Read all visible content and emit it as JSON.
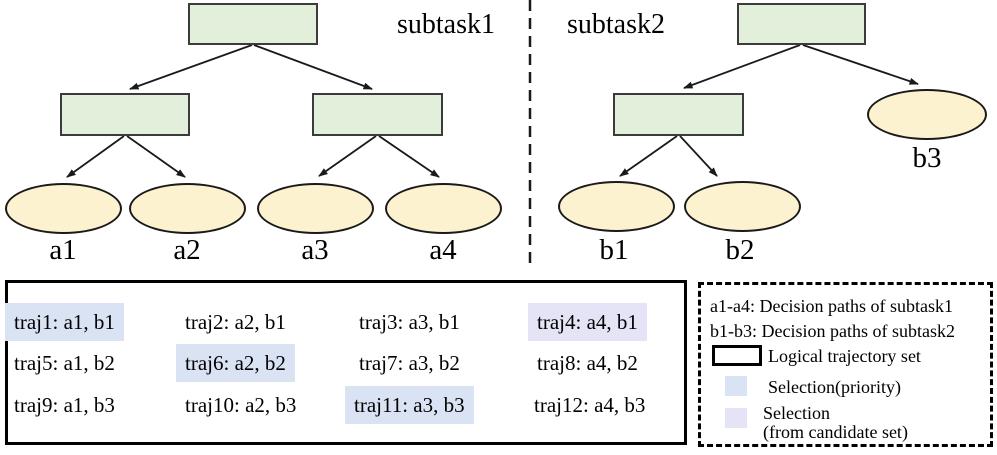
{
  "colors": {
    "node_green": "#e2efda",
    "node_green_border": "#3b3b3b",
    "node_yellow": "#fdf2d0",
    "node_yellow_border": "#1a1a1a",
    "highlight_priority": "#dae3f3",
    "highlight_candidate": "#e5e4f7",
    "line": "#1a1a1a"
  },
  "tree1": {
    "title": "subtask1",
    "leaves": [
      "a1",
      "a2",
      "a3",
      "a4"
    ]
  },
  "tree2": {
    "title": "subtask2",
    "leaves": [
      "b1",
      "b2",
      "b3"
    ]
  },
  "trajectories": {
    "cells": [
      {
        "label": "traj1: a1, b1",
        "highlight": "priority"
      },
      {
        "label": "traj2: a2, b1",
        "highlight": null
      },
      {
        "label": "traj3: a3, b1",
        "highlight": null
      },
      {
        "label": "traj4: a4, b1",
        "highlight": "candidate"
      },
      {
        "label": "traj5: a1, b2",
        "highlight": null
      },
      {
        "label": "traj6: a2, b2",
        "highlight": "priority"
      },
      {
        "label": "traj7: a3, b2",
        "highlight": null
      },
      {
        "label": "traj8: a4, b2",
        "highlight": null
      },
      {
        "label": "traj9: a1, b3",
        "highlight": null
      },
      {
        "label": "traj10: a2, b3",
        "highlight": null
      },
      {
        "label": "traj11: a3, b3",
        "highlight": "priority"
      },
      {
        "label": "traj12: a4, b3",
        "highlight": null
      }
    ]
  },
  "legend": {
    "line1": "a1-a4: Decision paths of subtask1",
    "line2": "b1-b3: Decision paths of subtask2",
    "logical_set_label": "Logical trajectory set",
    "selection_priority_label": "Selection(priority)",
    "selection_candidate_line1": "Selection",
    "selection_candidate_line2": "(from candidate set)"
  }
}
